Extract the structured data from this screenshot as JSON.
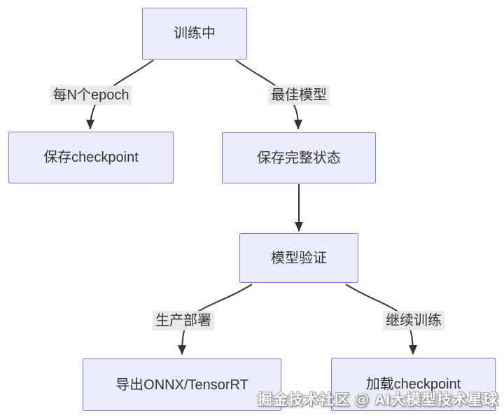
{
  "diagram": {
    "type": "flowchart",
    "direction": "top-down",
    "nodes": [
      {
        "id": "training",
        "label": "训练中"
      },
      {
        "id": "save-checkpoint",
        "label": "保存checkpoint"
      },
      {
        "id": "save-full-state",
        "label": "保存完整状态"
      },
      {
        "id": "model-validation",
        "label": "模型验证"
      },
      {
        "id": "export-onnx",
        "label": "导出ONNX/TensorRT"
      },
      {
        "id": "load-checkpoint",
        "label": "加载checkpoint"
      }
    ],
    "edges": [
      {
        "from": "训练中",
        "to": "保存checkpoint",
        "label": "每N个epoch"
      },
      {
        "from": "训练中",
        "to": "保存完整状态",
        "label": "最佳模型"
      },
      {
        "from": "保存完整状态",
        "to": "模型验证",
        "label": ""
      },
      {
        "from": "模型验证",
        "to": "导出ONNX/TensorRT",
        "label": "生产部署"
      },
      {
        "from": "模型验证",
        "to": "加载checkpoint",
        "label": "继续训练"
      }
    ],
    "colors": {
      "node_fill": "#ECECFF",
      "node_border": "#9370DB",
      "edge_line": "#333333",
      "edge_label_bg": "#E8E8E8",
      "text": "#333333",
      "background": "#FFFFFF"
    }
  },
  "watermark": {
    "text": "掘金技术社区 @ AI大模型技术星球"
  }
}
